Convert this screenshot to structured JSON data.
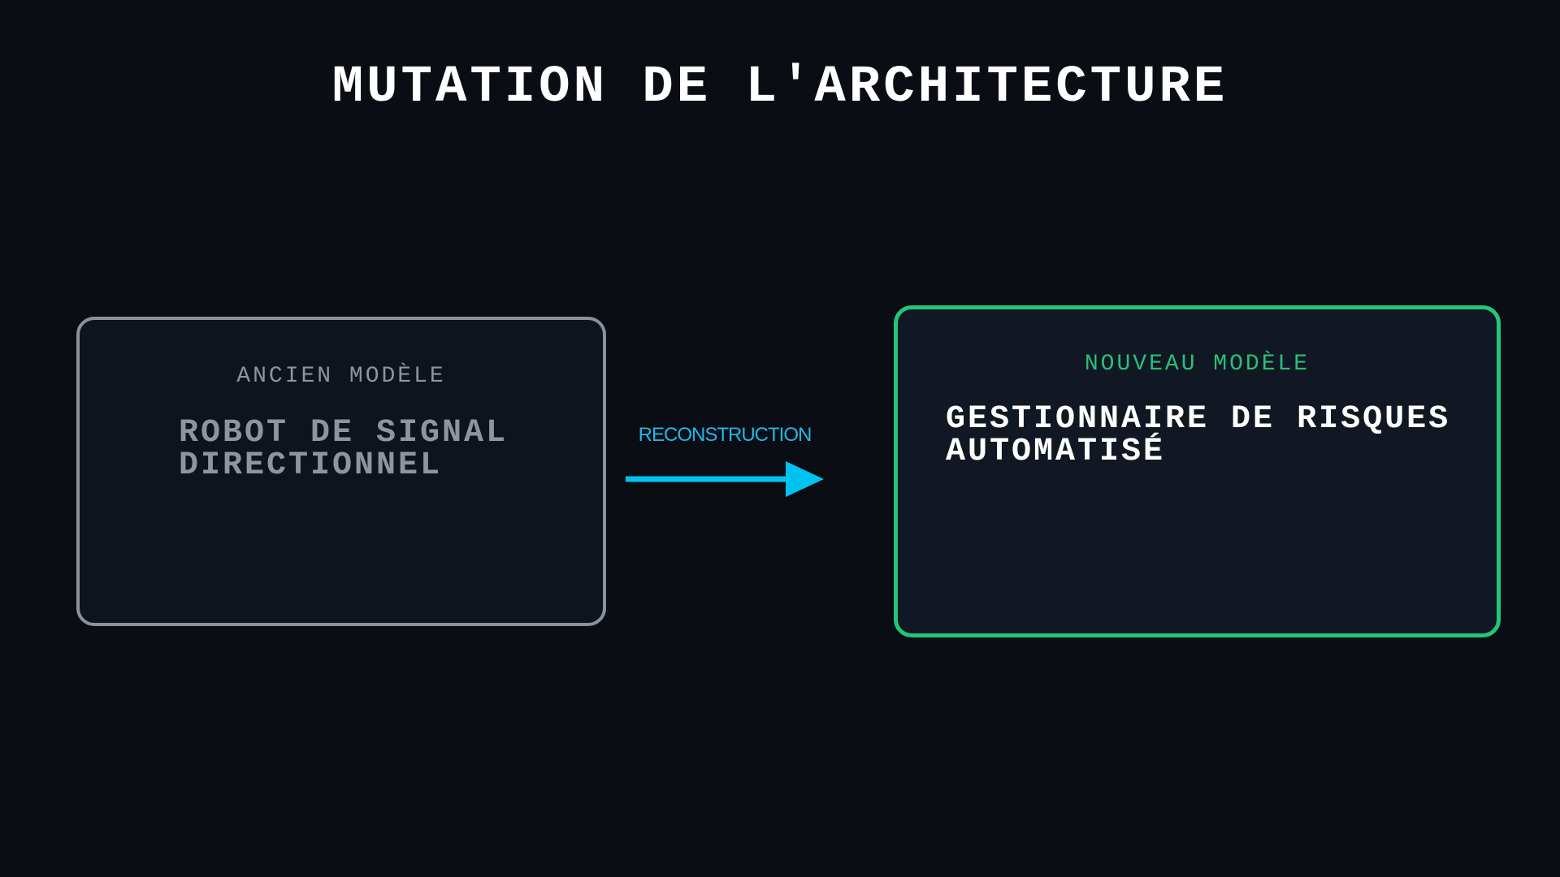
{
  "title": "MUTATION DE L'ARCHITECTURE",
  "old_model": {
    "label": "ANCIEN MODÈLE",
    "heading": "ROBOT DE SIGNAL DIRECTIONNEL",
    "border_color": "#8b919c"
  },
  "transition": {
    "label": "RECONSTRUCTION",
    "color": "#00c2f0",
    "icon": "right-arrow-icon"
  },
  "new_model": {
    "label": "NOUVEAU MODÈLE",
    "heading": "GESTIONNAIRE DE RISQUES AUTOMATISÉ",
    "border_color": "#22c57a"
  }
}
